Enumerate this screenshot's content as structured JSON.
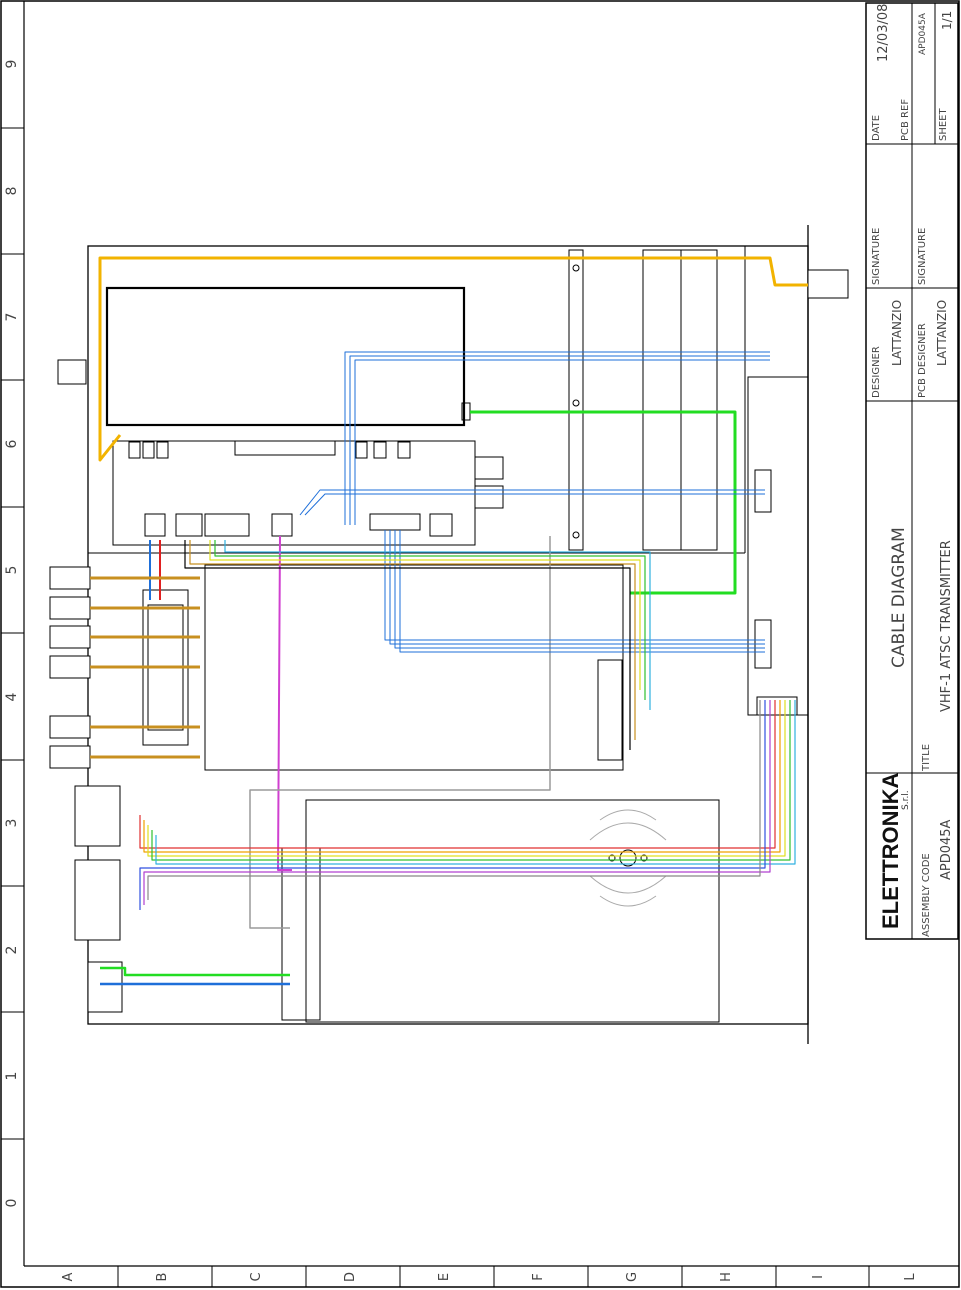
{
  "sheet": {
    "row_markers": [
      "9",
      "8",
      "7",
      "6",
      "5",
      "4",
      "3",
      "2",
      "1",
      "0"
    ],
    "col_markers": [
      "A",
      "B",
      "C",
      "D",
      "E",
      "F",
      "G",
      "H",
      "I",
      "L"
    ]
  },
  "title_block": {
    "date_label": "DATE",
    "date_value": "12/03/08",
    "pcb_ref_label": "PCB REF",
    "pcb_ref_value": "APD045A",
    "sheet_label": "SHEET",
    "sheet_value": "1/1",
    "signature_label_1": "SIGNATURE",
    "signature_label_2": "SIGNATURE",
    "designer_label": "DESIGNER",
    "designer_value": "LATTANZIO",
    "pcb_designer_label": "PCB DESIGNER",
    "pcb_designer_value": "LATTANZIO",
    "drawing_type": "CABLE DIAGRAM",
    "title_label": "TITLE",
    "title_value": "VHF-1 ATSC TRANSMITTER",
    "company_logo": "ELETTRONIKA",
    "company_suffix": "S.r.l.",
    "assembly_code_label": "ASSEMBLY CODE",
    "assembly_code_value": "APD045A"
  },
  "colors": {
    "frame": "#000000",
    "orange_cable": "#f2b300",
    "blue_cable": "#1e6fd9",
    "green_cable": "#22dd22",
    "magenta_cable": "#d040d0",
    "red_cable": "#e02020",
    "gray_cable": "#9a9a9a",
    "coax_brown": "#c89020",
    "ribbon": [
      "#e03030",
      "#f0a000",
      "#e0e020",
      "#30c030",
      "#30b0e0",
      "#3050e0",
      "#b040d0",
      "#888888"
    ]
  }
}
